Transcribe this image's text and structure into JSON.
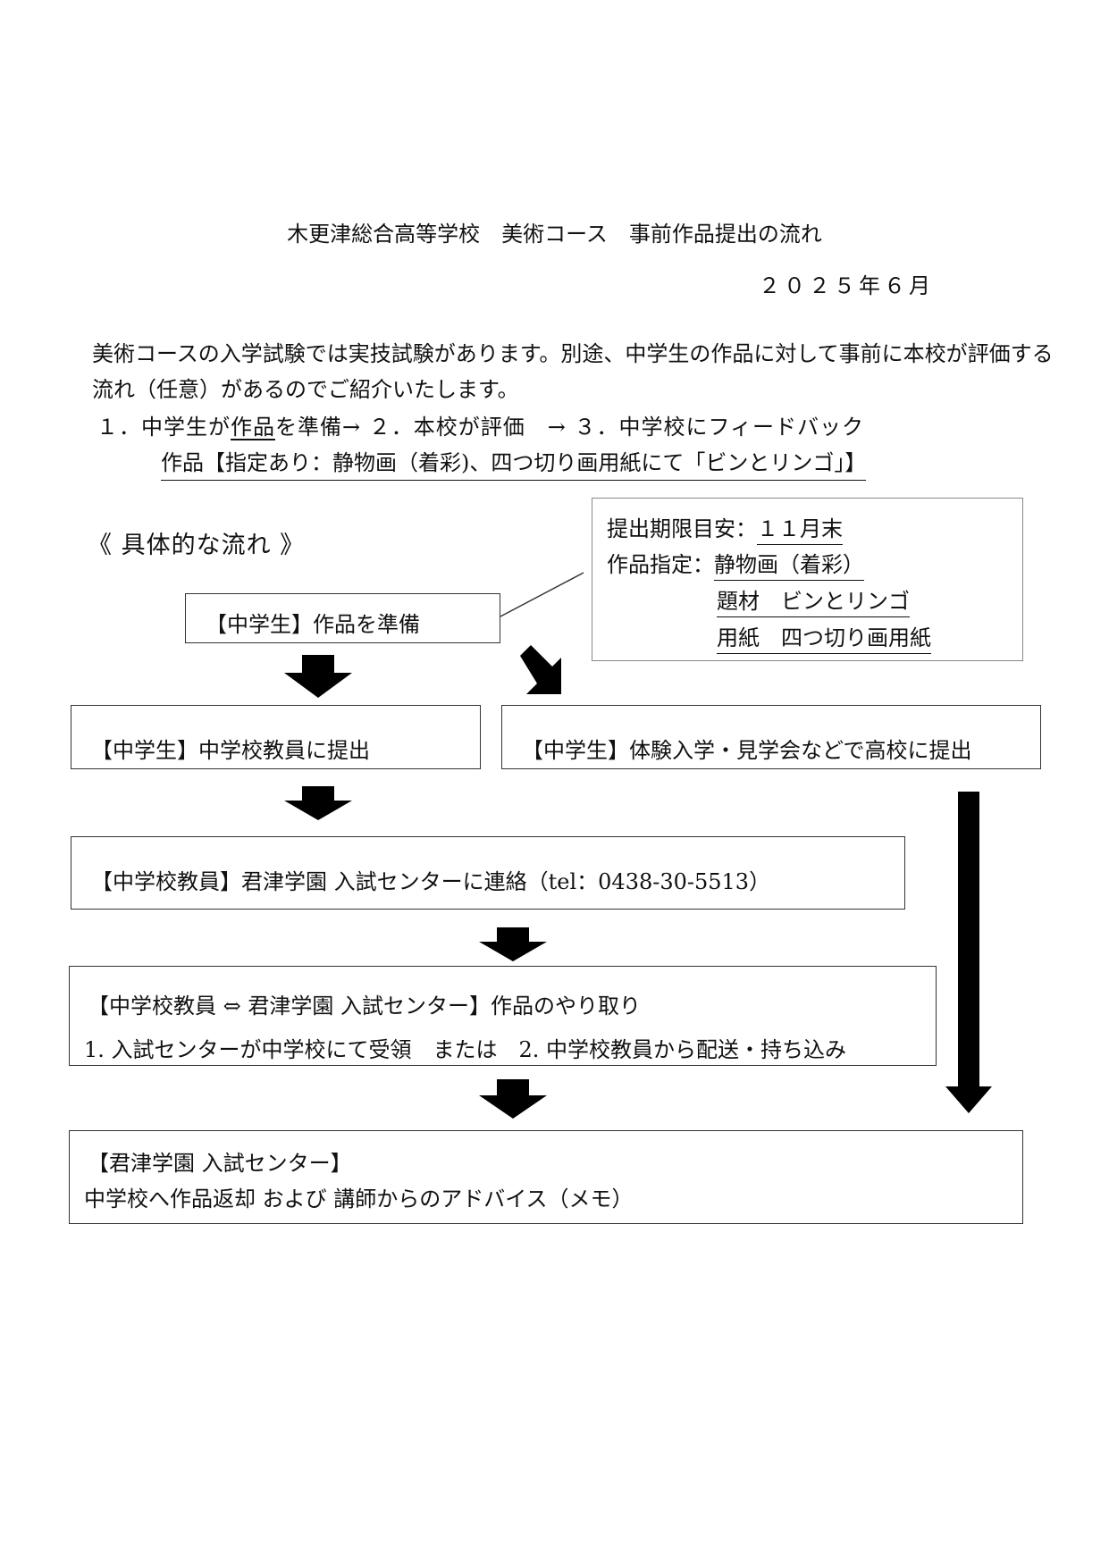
{
  "header": {
    "title": "木更津総合高等学校　美術コース　事前作品提出の流れ",
    "date": "２０２５年６月"
  },
  "intro": {
    "paragraph": "美術コースの入学試験では実技試験があります。別途、中学生の作品に対して事前に本校が評価する流れ（任意）があるのでご紹介いたします。",
    "steps": {
      "step1_prefix": "１．中学生が",
      "step1_underlined": "作品",
      "step1_suffix": "を準備→ ",
      "step2": "２．本校が評価　→ ",
      "step3": "３．中学校にフィードバック"
    },
    "spec": "作品【指定あり：静物画（着彩)、四つ切り画用紙にて「ビンとリンゴ」】"
  },
  "section_heading": "《 具体的な流れ 》",
  "info_box": {
    "deadline_label": "提出期限目安：",
    "deadline_value": "１１月末",
    "spec_label": "作品指定：",
    "spec_value": "静物画（着彩）",
    "subject": "題材　ビンとリンゴ",
    "paper": "用紙　四つ切り画用紙"
  },
  "flow": {
    "prepare": "【中学生】作品を準備",
    "submit_teacher": "【中学生】中学校教員に提出",
    "submit_event": "【中学生】体験入学・見学会などで高校に提出",
    "contact": "【中学校教員】君津学園 入試センターに連絡（tel：0438-30-5513）",
    "exchange_title": "【中学校教員 ⇔ 君津学園 入試センター】作品のやり取り",
    "exchange_options": "1. 入試センターが中学校にて受領　または　2. 中学校教員から配送・持ち込み",
    "final_title": "【君津学園 入試センター】",
    "final_body": "中学校へ作品返却 および 講師からのアドバイス（メモ）"
  }
}
